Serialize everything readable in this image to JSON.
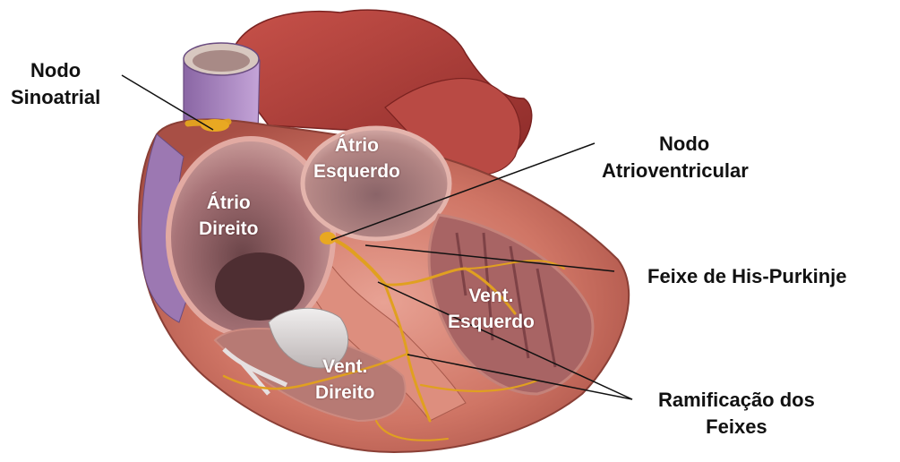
{
  "labels": {
    "sinoatrial": [
      "Nodo",
      "Sinoatrial"
    ],
    "atrioventricular": [
      "Nodo",
      "Atrioventricular"
    ],
    "his_purkinje": "Feixe de His-Purkinje",
    "branches": [
      "Ramificação dos",
      "Feixes"
    ],
    "right_atrium": [
      "Átrio",
      "Direito"
    ],
    "left_atrium": [
      "Átrio",
      "Esquerdo"
    ],
    "left_ventricle": [
      "Vent.",
      "Esquerdo"
    ],
    "right_ventricle": [
      "Vent.",
      "Direito"
    ]
  },
  "colors": {
    "myocardium": "#d27a6a",
    "aorta": "#b8403c",
    "vena_cava": "#a27cb8",
    "chamber_interior": "#9c6a6e",
    "conduction": "#e0a020",
    "leader_line": "#111111"
  }
}
